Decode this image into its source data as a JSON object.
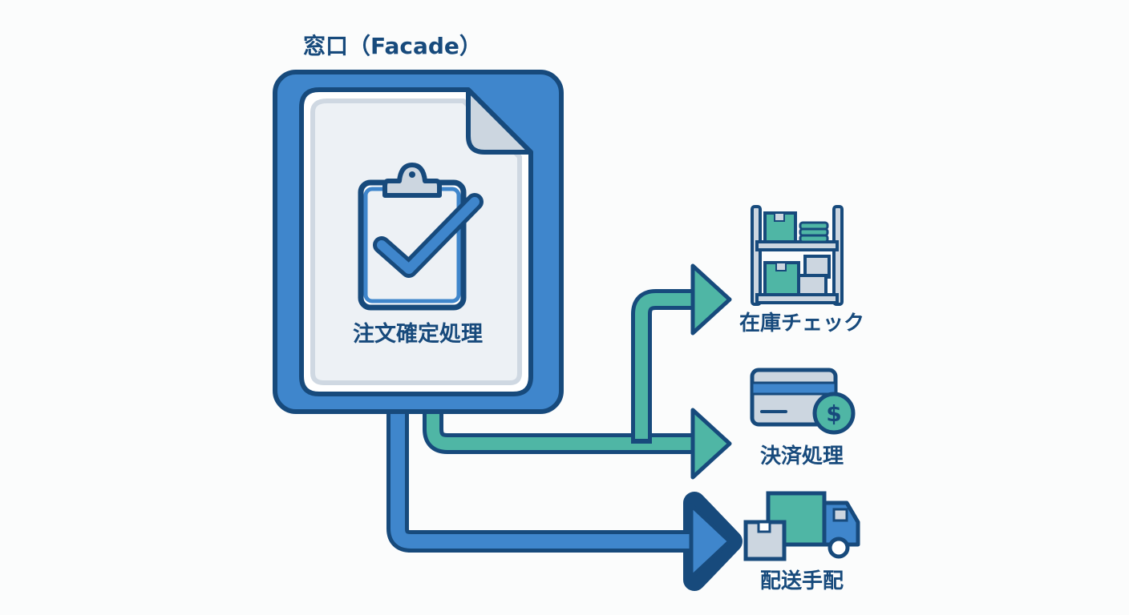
{
  "facade": {
    "title": "窓口（Facade）",
    "document_label": "注文確定処理",
    "document_icon": "clipboard-check-icon"
  },
  "services": [
    {
      "label": "在庫チェック",
      "icon": "warehouse-shelf-icon"
    },
    {
      "label": "決済処理",
      "icon": "credit-card-dollar-icon"
    },
    {
      "label": "配送手配",
      "icon": "delivery-truck-icon"
    }
  ],
  "colors": {
    "outline": "#174a7c",
    "primary_blue": "#3f86cc",
    "teal": "#4fb6a5",
    "paper": "#f3f5f7",
    "paper_fold": "#ccd6e0",
    "background": "#fbfcfc"
  }
}
